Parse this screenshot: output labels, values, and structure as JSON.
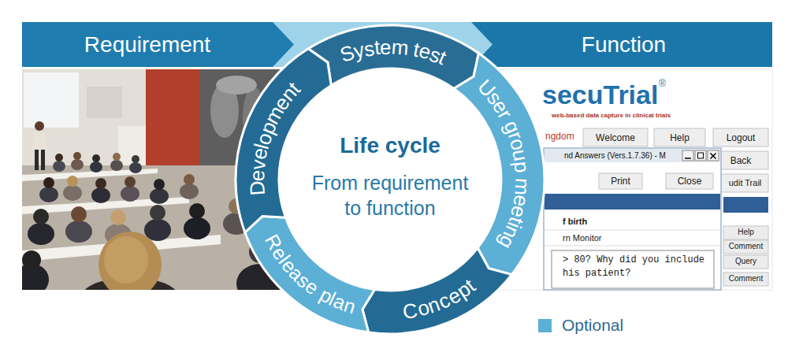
{
  "diagram": {
    "nodes": [
      {
        "text": [
          "Requirement"
        ]
      },
      {
        "text": [
          "System test"
        ]
      },
      {
        "text": [
          "Function"
        ]
      },
      {
        "text": [
          "User group meeting"
        ]
      },
      {
        "text": [
          "Concept"
        ]
      },
      {
        "text": [
          "Release plan"
        ]
      },
      {
        "text": [
          "Development"
        ]
      },
      {
        "text": [
          "Life cycle",
          "From requirement to function"
        ]
      }
    ],
    "labels": [
      "secuTrial",
      "®",
      "web-based data capture in clinical trials",
      "ngdom",
      "Welcome",
      "Help",
      "Logout",
      "Back",
      "udit Trail",
      "nd Answers (Vers.1.7.36) - M",
      "Print",
      "Close",
      "f birth",
      "rn Monitor",
      "> 80? Why did you include",
      "his patient?",
      "Help",
      "Comment",
      "Query",
      "Comment"
    ],
    "legend": [
      {
        "text": "Optional",
        "color": "#5cafd5"
      }
    ]
  }
}
